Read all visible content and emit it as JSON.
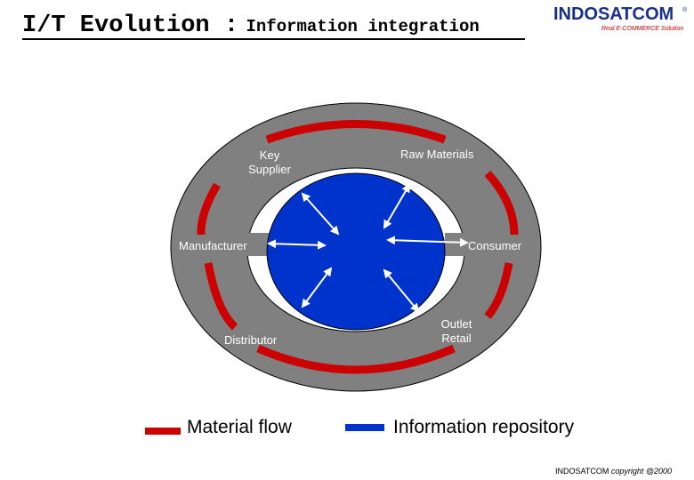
{
  "header": {
    "title_main": "I/T Evolution :",
    "title_sub": "Information integration"
  },
  "logo": {
    "name": "INDOSATCOM",
    "tagline": "Real E-COMMERCE Solution",
    "reg_mark": "®"
  },
  "diagram": {
    "nodes": {
      "key_supplier": "Key\nSupplier",
      "raw_materials": "Raw Materials",
      "manufacturer": "Manufacturer",
      "consumer": "Consumer",
      "distributor": "Distributor",
      "outlet_retail": "Outlet\nRetail"
    },
    "colors": {
      "ring": "#808080",
      "flow": "#cc0000",
      "repository": "#0033cc",
      "arrow": "#ffffff"
    }
  },
  "legend": {
    "material_flow": "Material flow",
    "information_repository": "Information repository"
  },
  "footer": {
    "company": "INDOSATCOM",
    "copyright": "copyright @2000"
  }
}
